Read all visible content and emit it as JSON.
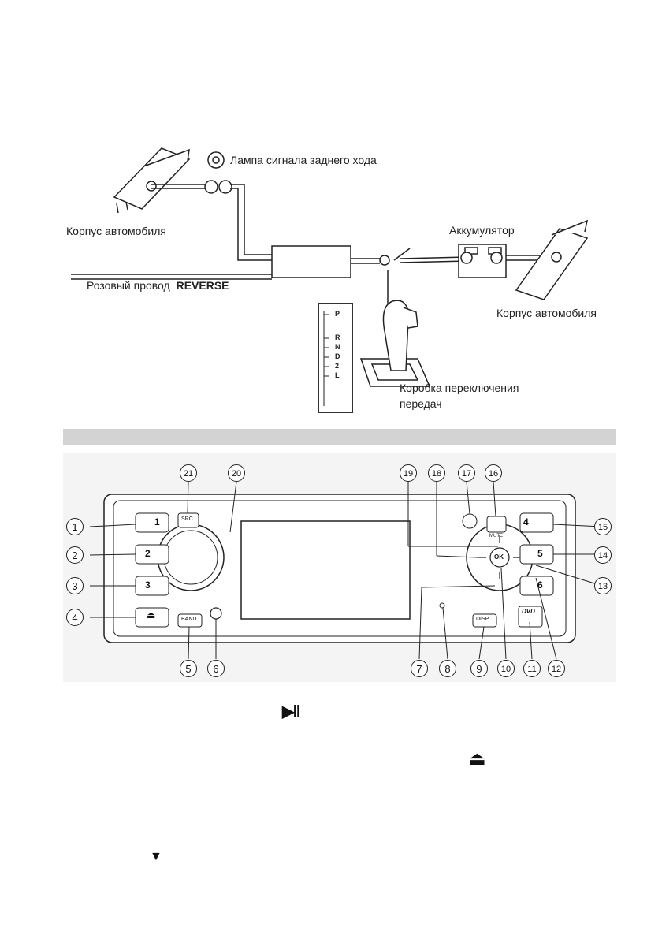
{
  "wiring_diagram": {
    "labels": {
      "reverse_lamp": "Лампа сигнала заднего хода",
      "car_body_left": "Корпус автомобиля",
      "battery": "Аккумулятор",
      "pink_wire_prefix": "Розовый провод",
      "pink_wire_name": "REVERSE",
      "car_body_right": "Корпус автомобиля",
      "gearbox_line1": "Коробка переключения",
      "gearbox_line2": "передач"
    },
    "gear_positions": [
      "P",
      "R",
      "N",
      "D",
      "2",
      "L"
    ]
  },
  "panel_diagram": {
    "buttons": {
      "b1": "1",
      "b2": "2",
      "b3": "3",
      "b4": "4",
      "b5": "5",
      "b6": "6",
      "src": "SRC",
      "band": "BAND",
      "disp": "DISP",
      "ok": "OK",
      "mute": "MUTE",
      "dvd": "DVD"
    },
    "callouts": [
      "1",
      "2",
      "3",
      "4",
      "5",
      "6",
      "7",
      "8",
      "9",
      "10",
      "11",
      "12",
      "13",
      "14",
      "15",
      "16",
      "17",
      "18",
      "19",
      "20",
      "21"
    ]
  },
  "text_glyphs": {
    "play_pause": "▶‖",
    "eject": "⏏",
    "down_arrow": "▼"
  }
}
